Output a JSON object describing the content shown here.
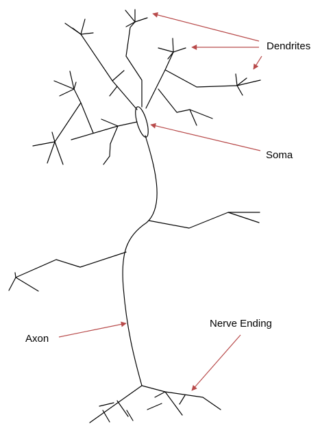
{
  "colors": {
    "line": "#000000",
    "arrow": "#b84a4a",
    "background": "#ffffff"
  },
  "labels": {
    "dendrites": "Dendrites",
    "soma": "Soma",
    "axon": "Axon",
    "nerve_ending": "Nerve Ending"
  }
}
